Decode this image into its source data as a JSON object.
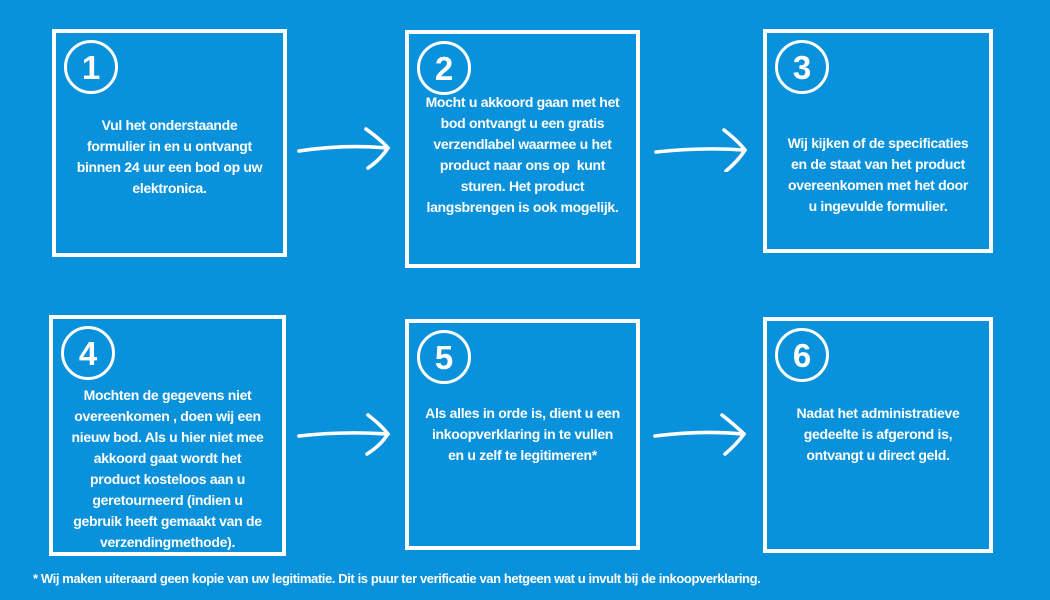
{
  "theme": {
    "background_color": "#0991DC",
    "foreground_color": "#FFFFFF"
  },
  "steps": [
    {
      "number": "1",
      "text": [
        "Vul het onderstaande",
        "formulier in en u ontvangt",
        "binnen 24 uur een bod op uw",
        "elektronica."
      ]
    },
    {
      "number": "2",
      "text": [
        "Mocht u akkoord gaan met het",
        "bod ontvangt u een gratis",
        "verzendlabel waarmee u het",
        "product naar ons op  kunt",
        "sturen. Het product",
        "langsbrengen is ook mogelijk."
      ]
    },
    {
      "number": "3",
      "text": [
        "Wij kijken of de specificaties",
        "en de staat van het product",
        "overeenkomen met het door",
        "u ingevulde formulier."
      ]
    },
    {
      "number": "4",
      "text": [
        "Mochten de gegevens niet",
        "overeenkomen , doen wij een",
        "nieuw bod. Als u hier niet mee",
        "akkoord gaat wordt het",
        "product kosteloos aan u",
        "geretourneerd (indien u",
        "gebruik heeft gemaakt van de",
        "verzendingmethode)."
      ]
    },
    {
      "number": "5",
      "text": [
        "Als alles in orde is, dient u een",
        "inkoopverklaring in te vullen",
        "en u zelf te legitimeren*"
      ]
    },
    {
      "number": "6",
      "text": [
        "Nadat het administratieve",
        "gedeelte is afgerond is,",
        "ontvangt u direct geld."
      ]
    }
  ],
  "footnote": "* Wij maken uiteraard geen kopie van uw legitimatie. Dit is puur ter verificatie van hetgeen wat u invult bij de inkoopverklaring."
}
